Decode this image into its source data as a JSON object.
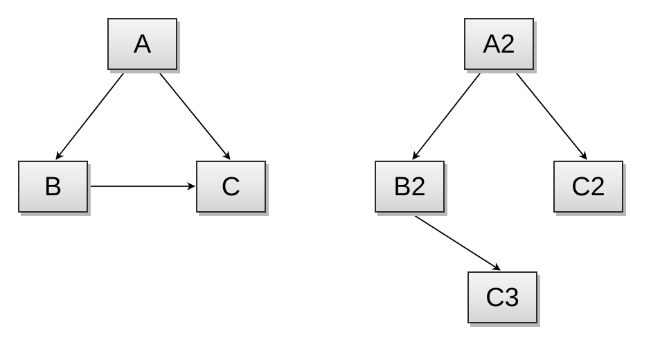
{
  "diagrams": [
    {
      "name": "left-graph",
      "nodes": [
        {
          "id": "A",
          "label": "A"
        },
        {
          "id": "B",
          "label": "B"
        },
        {
          "id": "C",
          "label": "C"
        }
      ],
      "edges": [
        {
          "from": "A",
          "to": "B"
        },
        {
          "from": "A",
          "to": "C"
        },
        {
          "from": "B",
          "to": "C"
        }
      ]
    },
    {
      "name": "right-graph",
      "nodes": [
        {
          "id": "A2",
          "label": "A2"
        },
        {
          "id": "B2",
          "label": "B2"
        },
        {
          "id": "C2",
          "label": "C2"
        },
        {
          "id": "C3",
          "label": "C3"
        }
      ],
      "edges": [
        {
          "from": "A2",
          "to": "B2"
        },
        {
          "from": "A2",
          "to": "C2"
        },
        {
          "from": "B2",
          "to": "C3"
        }
      ]
    }
  ],
  "colors": {
    "background": "#ffffff",
    "node_fill_top": "#f4f4f4",
    "node_fill_bottom": "#d5d5d5",
    "node_border": "#2b2b2b",
    "node_shadow": "#b9b9b9",
    "edge_stroke": "#000000",
    "label_color": "#000000"
  }
}
